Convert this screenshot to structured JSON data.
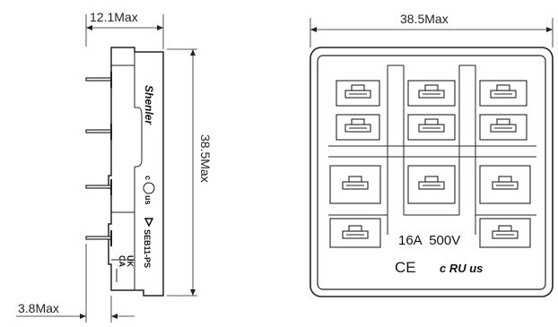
{
  "dimensions": {
    "side_width": "12.1Max",
    "side_height": "38.5Max",
    "front_width": "38.5Max",
    "pin_length": "3.8Max"
  },
  "side_view": {
    "brand": "Shenler",
    "model": "SEB11-PS",
    "cert_uk": "UK",
    "cert_ca": "CA",
    "ul_c": "c",
    "ul_us": "us"
  },
  "front_view": {
    "rating": "16A  500V",
    "ce_mark": "CE",
    "ul_mark": "c RU us"
  }
}
